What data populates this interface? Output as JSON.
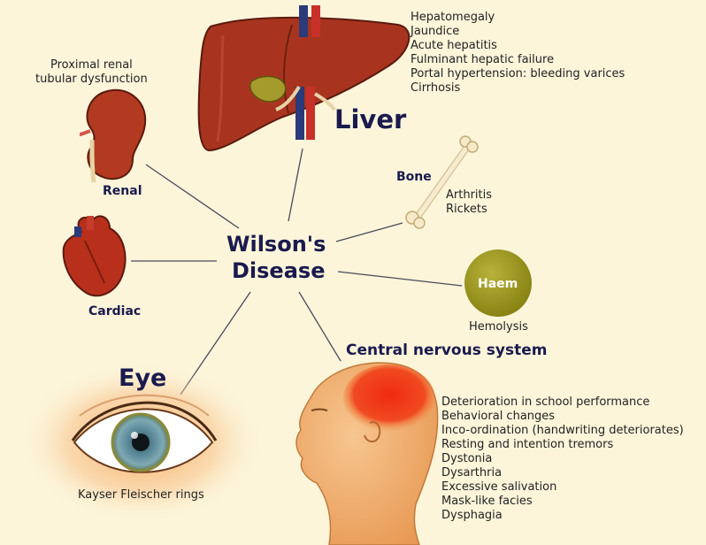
{
  "center": {
    "line1": "Wilson's",
    "line2": "Disease"
  },
  "liver": {
    "title": "Liver",
    "symptoms": [
      "Hepatomegaly",
      "Jaundice",
      "Acute hepatitis",
      "Fulminant hepatic failure",
      "Portal hypertension: bleeding varices",
      "Cirrhosis"
    ]
  },
  "renal": {
    "title": "Renal",
    "note_line1": "Proximal renal",
    "note_line2": "tubular dysfunction"
  },
  "bone": {
    "title": "Bone",
    "symptoms": [
      "Arthritis",
      "Rickets"
    ]
  },
  "cardiac": {
    "title": "Cardiac"
  },
  "haem": {
    "label": "Haem",
    "note": "Hemolysis"
  },
  "eye": {
    "title": "Eye",
    "note": "Kayser Fleischer rings"
  },
  "cns": {
    "title": "Central nervous system",
    "symptoms": [
      "Deterioration in school performance",
      "Behavioral changes",
      "Inco-ordination (handwriting deteriorates)",
      "Resting and intention tremors",
      "Dystonia",
      "Dysarthria",
      "Excessive salivation",
      "Mask-like facies",
      "Dysphagia"
    ]
  },
  "colors": {
    "background": "#fcf5da",
    "heading": "#1a1a4e",
    "organ_red": "#a8341f",
    "haem_olive": "#9a9418",
    "brain_red": "#ee3311"
  }
}
